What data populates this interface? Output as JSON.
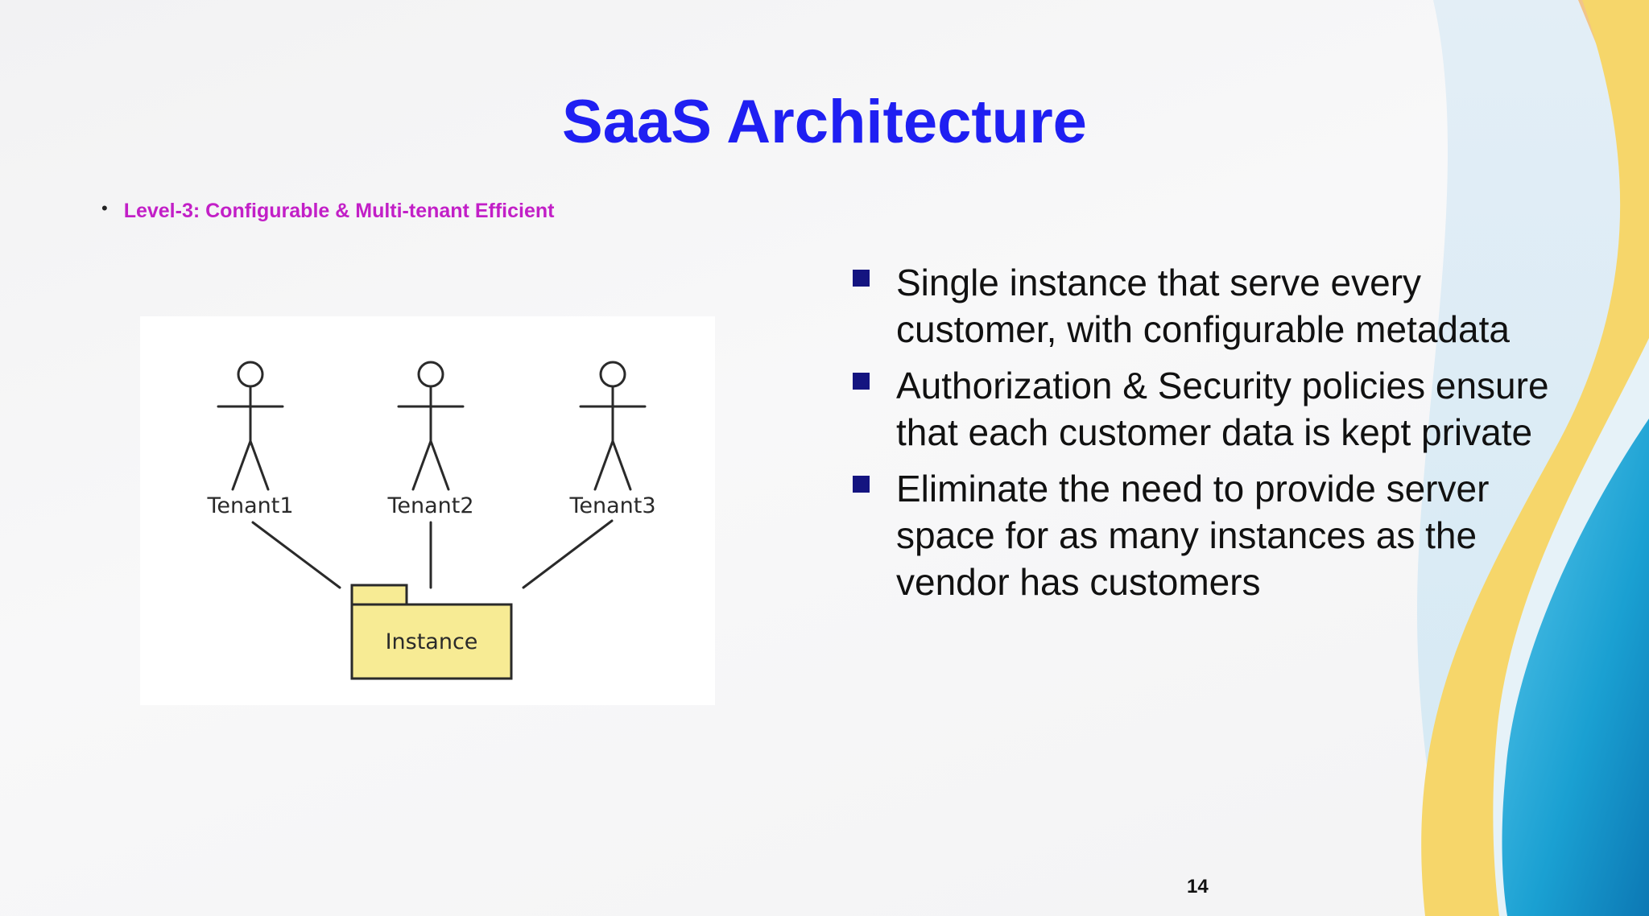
{
  "slide": {
    "title": "SaaS Architecture",
    "level_bullet": "Level-3: Configurable & Multi-tenant Efficient",
    "page_number": "14"
  },
  "diagram": {
    "tenants": [
      "Tenant1",
      "Tenant2",
      "Tenant3"
    ],
    "instance_label": "Instance"
  },
  "bullets": [
    "Single instance that serve every customer, with configurable metadata",
    "Authorization & Security policies ensure that each customer data is kept private",
    "Eliminate the need to provide server space for as many instances as the vendor has customers"
  ],
  "colors": {
    "title": "#1f1ff2",
    "level_text": "#c21fc7",
    "bullet_square": "#141480",
    "instance_fill": "#f7eb94",
    "wave_blue": "#1a9fd0",
    "wave_yellow": "#f6d66a"
  }
}
